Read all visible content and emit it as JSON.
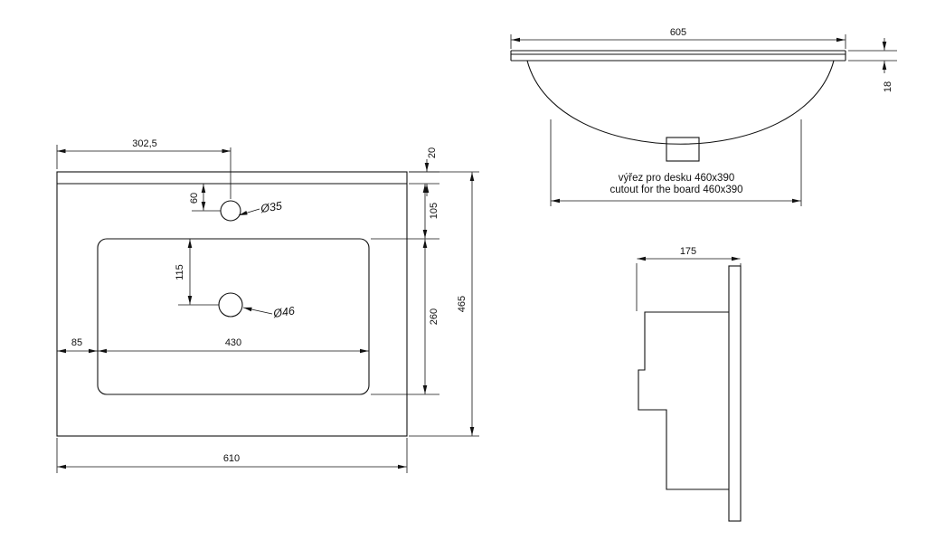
{
  "colors": {
    "background": "#ffffff",
    "line": "#111111"
  },
  "plan_view": {
    "dim_width_to_tap": "302,5",
    "dim_back_strip": "20",
    "dim_tap_offset": "60",
    "dim_top_to_basin": "105",
    "dim_basin_to_drain": "115",
    "dim_basin_depth": "260",
    "dim_total_height": "465",
    "dim_left_margin": "85",
    "dim_basin_width": "430",
    "dim_total_width": "610",
    "tap_hole_diameter": "Ø35",
    "drain_hole_diameter": "Ø46"
  },
  "front_view": {
    "dim_total_width": "605",
    "dim_thickness": "18",
    "cutout_note_cz": "výřez pro desku 460x390",
    "cutout_note_en": "cutout for the board 460x390"
  },
  "side_view": {
    "dim_depth": "175"
  }
}
